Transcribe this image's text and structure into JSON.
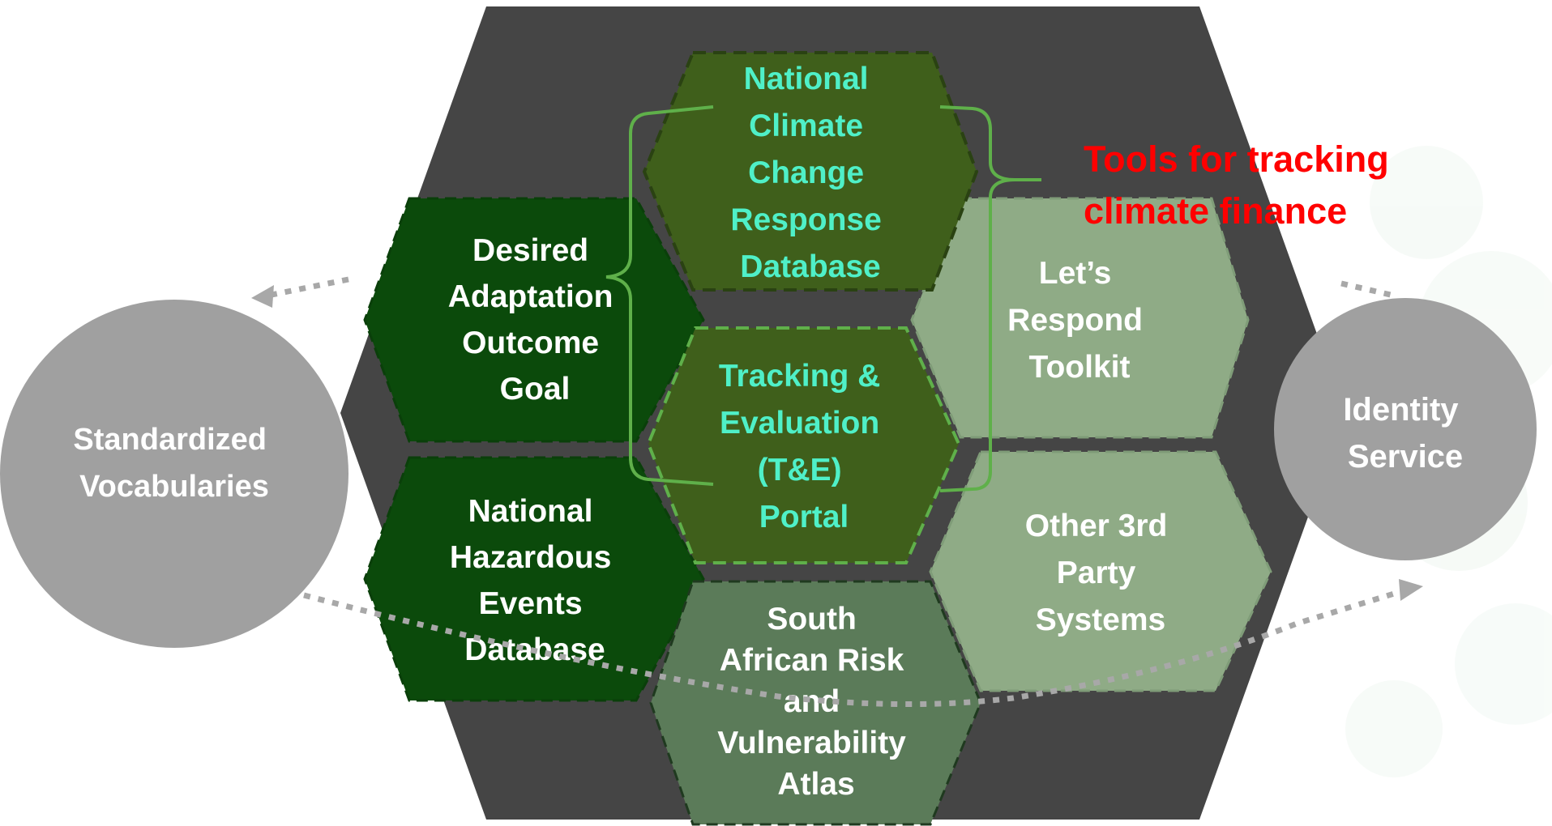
{
  "diagram": {
    "nodes": {
      "nccrd": {
        "lines": [
          "National",
          "Climate",
          "Change",
          "Response",
          "Database"
        ],
        "fill": "#3f5f1b",
        "text_color": "#4ff0c8"
      },
      "te_portal": {
        "lines": [
          "Tracking &",
          "Evaluation",
          "(T&E)",
          "Portal"
        ],
        "fill": "#3f5f1b",
        "text_color": "#4ff0c8"
      },
      "desired_adaptation": {
        "lines": [
          "Desired",
          "Adaptation",
          "Outcome",
          "Goal"
        ],
        "fill": "#0b4a0b",
        "text_color": "#ffffff"
      },
      "hazardous_events": {
        "lines": [
          "National",
          "Hazardous",
          "Events",
          "Database"
        ],
        "fill": "#0b4a0b",
        "text_color": "#ffffff"
      },
      "lets_respond": {
        "lines": [
          "Let’s",
          "Respond",
          "Toolkit"
        ],
        "fill": "#8fab86",
        "text_color": "#ffffff"
      },
      "third_party": {
        "lines": [
          "Other 3rd",
          "Party",
          "Systems"
        ],
        "fill": "#8fab86",
        "text_color": "#ffffff"
      },
      "risk_atlas": {
        "lines": [
          "South",
          "African Risk",
          "and",
          "Vulnerability",
          "Atlas"
        ],
        "fill": "#5b7b59",
        "text_color": "#ffffff"
      }
    },
    "circles": {
      "vocabularies": {
        "lines": [
          "Standardized",
          "Vocabularies"
        ],
        "fill": "#a0a0a0",
        "text_color": "#ffffff"
      },
      "identity": {
        "lines": [
          "Identity",
          "Service"
        ],
        "fill": "#a0a0a0",
        "text_color": "#ffffff"
      }
    },
    "callout": {
      "lines": [
        "Tools for tracking",
        "climate finance"
      ],
      "color": "#ff0000"
    },
    "colors": {
      "big_hexagon": "#454545",
      "bracket": "#5fb04a",
      "dotted_arrow": "#a8a8a8"
    }
  }
}
